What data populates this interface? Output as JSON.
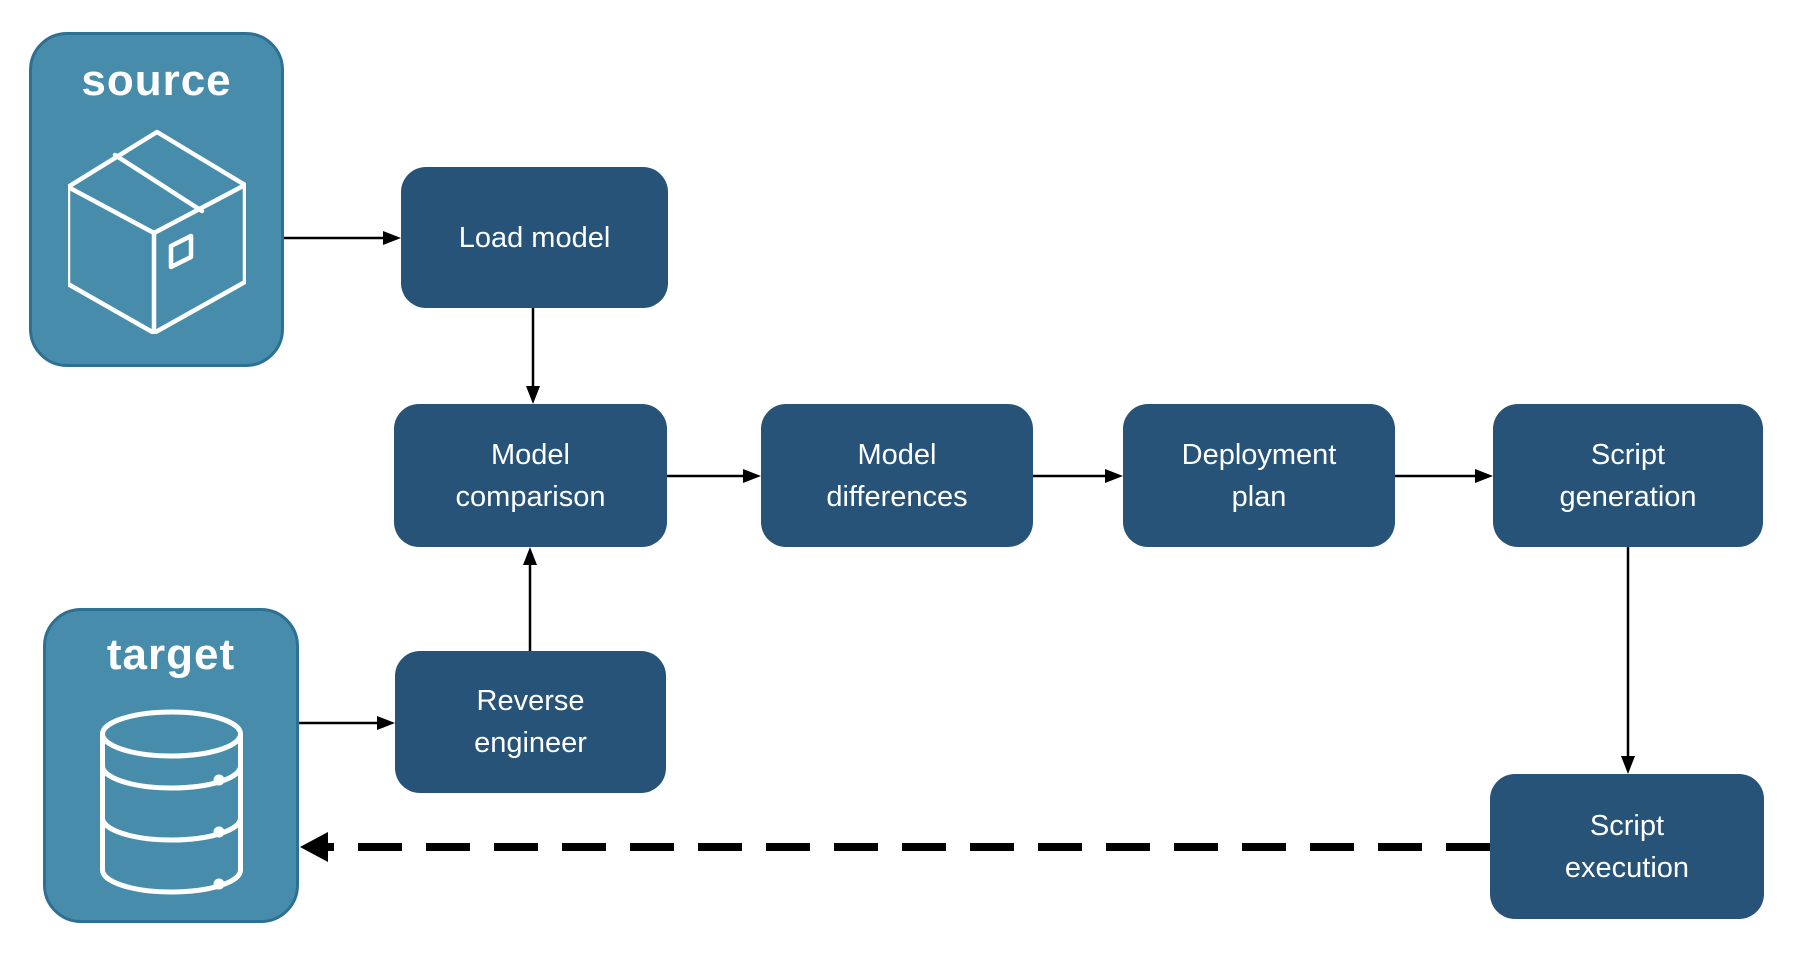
{
  "colors": {
    "endpoint_fill": "#478DAB",
    "endpoint_border": "#2E7093",
    "process_fill": "#265377",
    "arrow": "#000000",
    "label_text": "#FFFFFF"
  },
  "nodes": {
    "source": {
      "label": "source",
      "icon": "package-icon"
    },
    "target": {
      "label": "target",
      "icon": "database-icon"
    },
    "load_model": {
      "label": "Load model"
    },
    "model_comparison": {
      "label": "Model comparison"
    },
    "model_differences": {
      "label": "Model differences"
    },
    "deployment_plan": {
      "label": "Deployment plan"
    },
    "script_generation": {
      "label": "Script generation"
    },
    "reverse_engineer": {
      "label": "Reverse engineer"
    },
    "script_execution": {
      "label": "Script execution"
    }
  },
  "edges": [
    {
      "from": "source",
      "to": "load_model",
      "style": "solid"
    },
    {
      "from": "load_model",
      "to": "model_comparison",
      "style": "solid"
    },
    {
      "from": "target",
      "to": "reverse_engineer",
      "style": "solid"
    },
    {
      "from": "reverse_engineer",
      "to": "model_comparison",
      "style": "solid"
    },
    {
      "from": "model_comparison",
      "to": "model_differences",
      "style": "solid"
    },
    {
      "from": "model_differences",
      "to": "deployment_plan",
      "style": "solid"
    },
    {
      "from": "deployment_plan",
      "to": "script_generation",
      "style": "solid"
    },
    {
      "from": "script_generation",
      "to": "script_execution",
      "style": "solid"
    },
    {
      "from": "script_execution",
      "to": "target",
      "style": "dashed"
    }
  ]
}
